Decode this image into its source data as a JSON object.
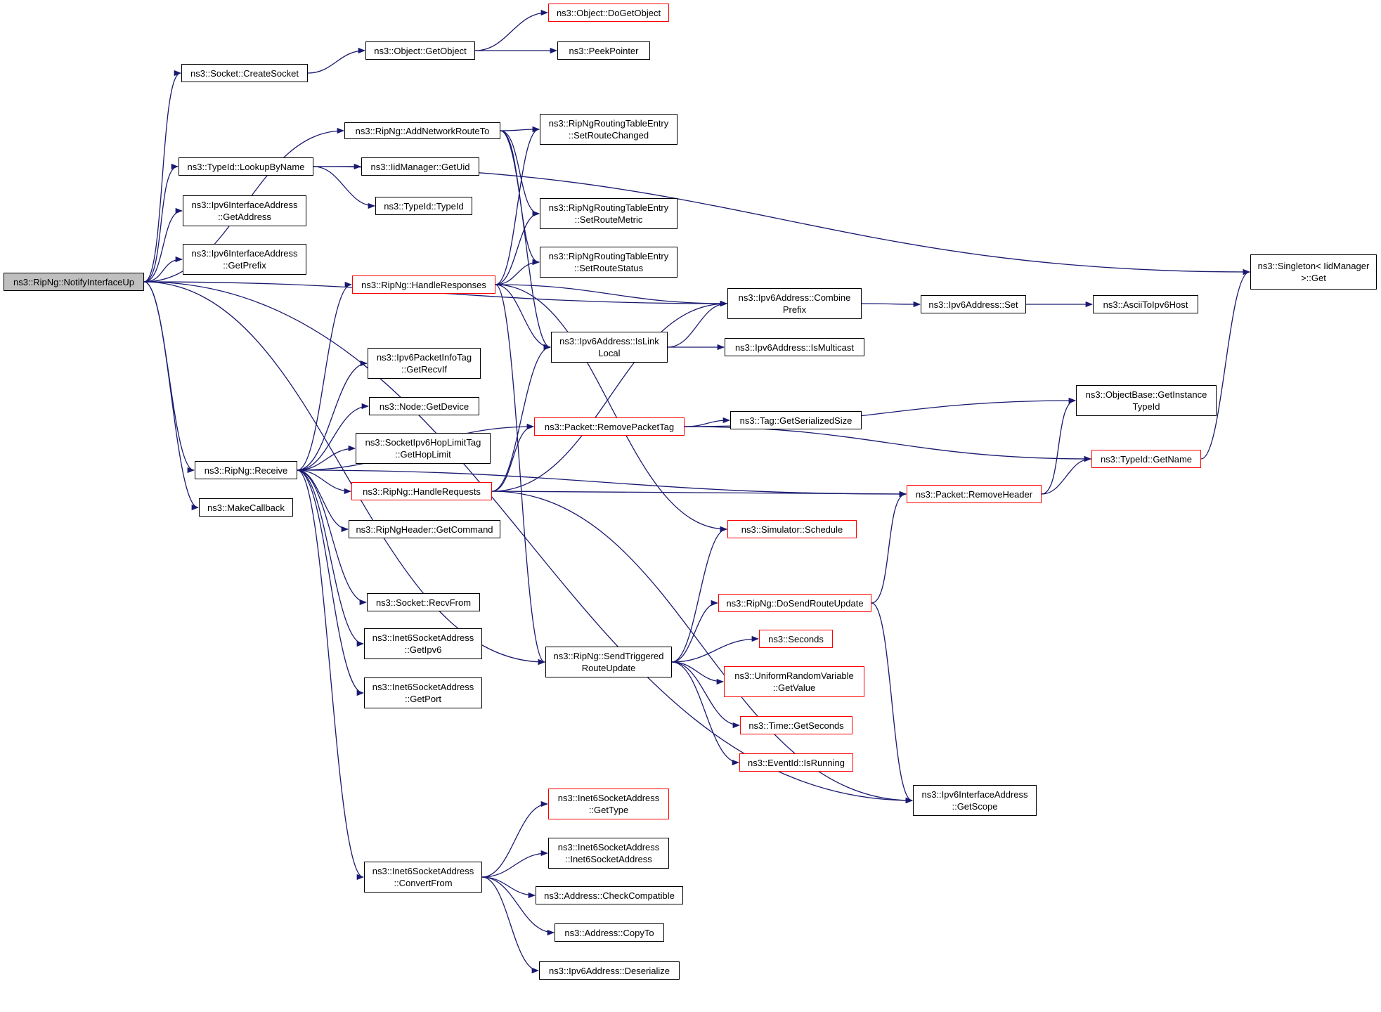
{
  "colors": {
    "edge": "#191970",
    "border": "#000000",
    "truncated_border": "#ff0000",
    "root_fill": "#bfbfbf"
  },
  "nodes": [
    {
      "id": "notify",
      "label": "ns3::RipNg::NotifyInterfaceUp",
      "style": "root"
    },
    {
      "id": "createSocket",
      "label": "ns3::Socket::CreateSocket",
      "style": "normal"
    },
    {
      "id": "getObject",
      "label": "ns3::Object::GetObject",
      "style": "normal"
    },
    {
      "id": "doGetObject",
      "label": "ns3::Object::DoGetObject",
      "style": "truncated"
    },
    {
      "id": "peekPointer",
      "label": "ns3::PeekPointer",
      "style": "normal"
    },
    {
      "id": "addNetworkRouteTo",
      "label": "ns3::RipNg::AddNetworkRouteTo",
      "style": "normal"
    },
    {
      "id": "setRouteChanged",
      "label": "ns3::RipNgRoutingTableEntry\n::SetRouteChanged",
      "style": "normal"
    },
    {
      "id": "lookupByName",
      "label": "ns3::TypeId::LookupByName",
      "style": "normal"
    },
    {
      "id": "iidGetUid",
      "label": "ns3::IidManager::GetUid",
      "style": "normal"
    },
    {
      "id": "typeIdCtor",
      "label": "ns3::TypeId::TypeId",
      "style": "normal"
    },
    {
      "id": "setRouteMetric",
      "label": "ns3::RipNgRoutingTableEntry\n::SetRouteMetric",
      "style": "normal"
    },
    {
      "id": "ifaceGetAddress",
      "label": "ns3::Ipv6InterfaceAddress\n::GetAddress",
      "style": "normal"
    },
    {
      "id": "ifaceGetPrefix",
      "label": "ns3::Ipv6InterfaceAddress\n::GetPrefix",
      "style": "normal"
    },
    {
      "id": "setRouteStatus",
      "label": "ns3::RipNgRoutingTableEntry\n::SetRouteStatus",
      "style": "normal"
    },
    {
      "id": "singletonGet",
      "label": "ns3::Singleton< IidManager\n>::Get",
      "style": "normal"
    },
    {
      "id": "handleResponses",
      "label": "ns3::RipNg::HandleResponses",
      "style": "truncated"
    },
    {
      "id": "combinePrefix",
      "label": "ns3::Ipv6Address::Combine\nPrefix",
      "style": "normal"
    },
    {
      "id": "ipv6Set",
      "label": "ns3::Ipv6Address::Set",
      "style": "normal"
    },
    {
      "id": "asciiToIpv6Host",
      "label": "ns3::AsciiToIpv6Host",
      "style": "normal"
    },
    {
      "id": "isLinkLocal",
      "label": "ns3::Ipv6Address::IsLink\nLocal",
      "style": "normal"
    },
    {
      "id": "isMulticast",
      "label": "ns3::Ipv6Address::IsMulticast",
      "style": "normal"
    },
    {
      "id": "getRecvIf",
      "label": "ns3::Ipv6PacketInfoTag\n::GetRecvIf",
      "style": "normal"
    },
    {
      "id": "objGetInstanceTypeId",
      "label": "ns3::ObjectBase::GetInstance\nTypeId",
      "style": "normal"
    },
    {
      "id": "nodeGetDevice",
      "label": "ns3::Node::GetDevice",
      "style": "normal"
    },
    {
      "id": "removePacketTag",
      "label": "ns3::Packet::RemovePacketTag",
      "style": "truncated"
    },
    {
      "id": "tagGetSerializedSize",
      "label": "ns3::Tag::GetSerializedSize",
      "style": "normal"
    },
    {
      "id": "getHopLimit",
      "label": "ns3::SocketIpv6HopLimitTag\n::GetHopLimit",
      "style": "normal"
    },
    {
      "id": "typeIdGetName",
      "label": "ns3::TypeId::GetName",
      "style": "truncated"
    },
    {
      "id": "receive",
      "label": "ns3::RipNg::Receive",
      "style": "normal"
    },
    {
      "id": "handleRequests",
      "label": "ns3::RipNg::HandleRequests",
      "style": "truncated"
    },
    {
      "id": "removeHeader",
      "label": "ns3::Packet::RemoveHeader",
      "style": "truncated"
    },
    {
      "id": "makeCallback",
      "label": "ns3::MakeCallback",
      "style": "normal"
    },
    {
      "id": "getCommand",
      "label": "ns3::RipNgHeader::GetCommand",
      "style": "normal"
    },
    {
      "id": "schedule",
      "label": "ns3::Simulator::Schedule",
      "style": "truncated"
    },
    {
      "id": "recvFrom",
      "label": "ns3::Socket::RecvFrom",
      "style": "normal"
    },
    {
      "id": "doSendRouteUpdate",
      "label": "ns3::RipNg::DoSendRouteUpdate",
      "style": "truncated"
    },
    {
      "id": "getIpv6",
      "label": "ns3::Inet6SocketAddress\n::GetIpv6",
      "style": "normal"
    },
    {
      "id": "seconds",
      "label": "ns3::Seconds",
      "style": "truncated"
    },
    {
      "id": "sendTriggered",
      "label": "ns3::RipNg::SendTriggered\nRouteUpdate",
      "style": "normal"
    },
    {
      "id": "getValue",
      "label": "ns3::UniformRandomVariable\n::GetValue",
      "style": "truncated"
    },
    {
      "id": "getPort",
      "label": "ns3::Inet6SocketAddress\n::GetPort",
      "style": "normal"
    },
    {
      "id": "timeGetSeconds",
      "label": "ns3::Time::GetSeconds",
      "style": "truncated"
    },
    {
      "id": "isRunning",
      "label": "ns3::EventId::IsRunning",
      "style": "truncated"
    },
    {
      "id": "getScope",
      "label": "ns3::Ipv6InterfaceAddress\n::GetScope",
      "style": "normal"
    },
    {
      "id": "getType",
      "label": "ns3::Inet6SocketAddress\n::GetType",
      "style": "truncated"
    },
    {
      "id": "inet6Ctor",
      "label": "ns3::Inet6SocketAddress\n::Inet6SocketAddress",
      "style": "normal"
    },
    {
      "id": "convertFrom",
      "label": "ns3::Inet6SocketAddress\n::ConvertFrom",
      "style": "normal"
    },
    {
      "id": "checkCompatible",
      "label": "ns3::Address::CheckCompatible",
      "style": "normal"
    },
    {
      "id": "copyTo",
      "label": "ns3::Address::CopyTo",
      "style": "normal"
    },
    {
      "id": "deserialize",
      "label": "ns3::Ipv6Address::Deserialize",
      "style": "normal"
    }
  ],
  "edges": [
    [
      "notify",
      "createSocket"
    ],
    [
      "notify",
      "addNetworkRouteTo"
    ],
    [
      "notify",
      "lookupByName"
    ],
    [
      "notify",
      "ifaceGetAddress"
    ],
    [
      "notify",
      "ifaceGetPrefix"
    ],
    [
      "notify",
      "combinePrefix"
    ],
    [
      "notify",
      "receive"
    ],
    [
      "notify",
      "makeCallback"
    ],
    [
      "notify",
      "sendTriggered"
    ],
    [
      "notify",
      "getScope"
    ],
    [
      "createSocket",
      "getObject"
    ],
    [
      "getObject",
      "doGetObject"
    ],
    [
      "getObject",
      "peekPointer"
    ],
    [
      "addNetworkRouteTo",
      "setRouteChanged"
    ],
    [
      "addNetworkRouteTo",
      "setRouteMetric"
    ],
    [
      "addNetworkRouteTo",
      "setRouteStatus"
    ],
    [
      "addNetworkRouteTo",
      "isLinkLocal"
    ],
    [
      "lookupByName",
      "iidGetUid"
    ],
    [
      "lookupByName",
      "typeIdCtor"
    ],
    [
      "lookupByName",
      "singletonGet"
    ],
    [
      "handleResponses",
      "setRouteChanged"
    ],
    [
      "handleResponses",
      "setRouteMetric"
    ],
    [
      "handleResponses",
      "setRouteStatus"
    ],
    [
      "handleResponses",
      "combinePrefix"
    ],
    [
      "handleResponses",
      "isLinkLocal"
    ],
    [
      "handleResponses",
      "schedule"
    ],
    [
      "handleResponses",
      "sendTriggered"
    ],
    [
      "combinePrefix",
      "ipv6Set"
    ],
    [
      "ipv6Set",
      "asciiToIpv6Host"
    ],
    [
      "isLinkLocal",
      "combinePrefix"
    ],
    [
      "isLinkLocal",
      "isMulticast"
    ],
    [
      "removePacketTag",
      "objGetInstanceTypeId"
    ],
    [
      "removePacketTag",
      "tagGetSerializedSize"
    ],
    [
      "removePacketTag",
      "typeIdGetName"
    ],
    [
      "typeIdGetName",
      "singletonGet"
    ],
    [
      "receive",
      "handleResponses"
    ],
    [
      "receive",
      "getRecvIf"
    ],
    [
      "receive",
      "nodeGetDevice"
    ],
    [
      "receive",
      "getHopLimit"
    ],
    [
      "receive",
      "handleRequests"
    ],
    [
      "receive",
      "getCommand"
    ],
    [
      "receive",
      "recvFrom"
    ],
    [
      "receive",
      "getIpv6"
    ],
    [
      "receive",
      "getPort"
    ],
    [
      "receive",
      "convertFrom"
    ],
    [
      "receive",
      "removePacketTag"
    ],
    [
      "receive",
      "removeHeader"
    ],
    [
      "handleRequests",
      "removeHeader"
    ],
    [
      "handleRequests",
      "removePacketTag"
    ],
    [
      "handleRequests",
      "isLinkLocal"
    ],
    [
      "handleRequests",
      "combinePrefix"
    ],
    [
      "handleRequests",
      "getScope"
    ],
    [
      "removeHeader",
      "typeIdGetName"
    ],
    [
      "removeHeader",
      "objGetInstanceTypeId"
    ],
    [
      "sendTriggered",
      "schedule"
    ],
    [
      "sendTriggered",
      "doSendRouteUpdate"
    ],
    [
      "sendTriggered",
      "seconds"
    ],
    [
      "sendTriggered",
      "getValue"
    ],
    [
      "sendTriggered",
      "timeGetSeconds"
    ],
    [
      "sendTriggered",
      "isRunning"
    ],
    [
      "doSendRouteUpdate",
      "removeHeader"
    ],
    [
      "doSendRouteUpdate",
      "getScope"
    ],
    [
      "convertFrom",
      "getType"
    ],
    [
      "convertFrom",
      "inet6Ctor"
    ],
    [
      "convertFrom",
      "checkCompatible"
    ],
    [
      "convertFrom",
      "copyTo"
    ],
    [
      "convertFrom",
      "deserialize"
    ]
  ]
}
